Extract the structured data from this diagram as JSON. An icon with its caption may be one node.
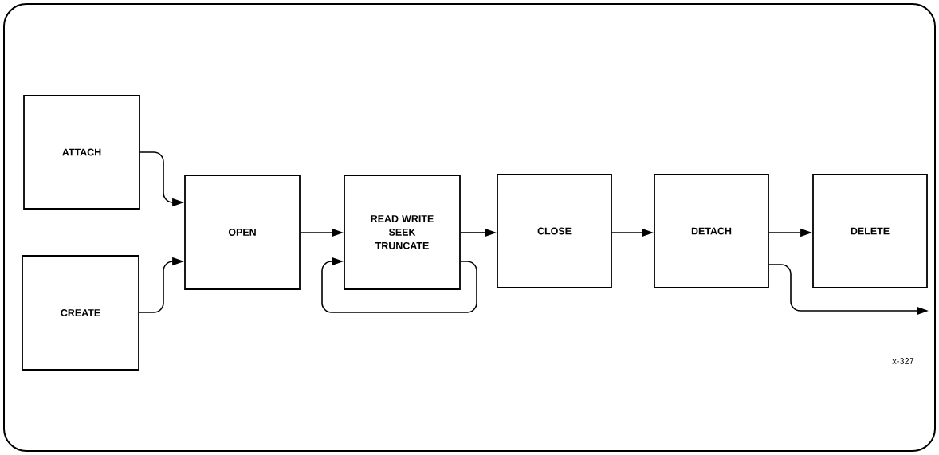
{
  "diagram": {
    "nodes": [
      {
        "text": [
          "ATTACH"
        ]
      },
      {
        "text": [
          "CREATE"
        ]
      },
      {
        "text": [
          "OPEN"
        ]
      },
      {
        "text": [
          "READ WRITE SEEK TRUNCATE"
        ]
      },
      {
        "text": [
          "CLOSE"
        ]
      },
      {
        "text": [
          "DETACH"
        ]
      },
      {
        "text": [
          "DELETE"
        ]
      }
    ],
    "edges": [
      {
        "from": 0,
        "to": 2,
        "arrow": "to"
      },
      {
        "from": 1,
        "to": 2,
        "arrow": "to"
      },
      {
        "from": 2,
        "to": 3,
        "arrow": "to"
      },
      {
        "from": 3,
        "to": 3,
        "arrow": "to"
      },
      {
        "from": 3,
        "to": 4,
        "arrow": "to"
      },
      {
        "from": 4,
        "to": 5,
        "arrow": "to"
      },
      {
        "from": 5,
        "to": 6,
        "arrow": "to"
      },
      {
        "from": 5,
        "to": null,
        "arrow": "to"
      }
    ],
    "labels": [
      "x-327"
    ]
  }
}
